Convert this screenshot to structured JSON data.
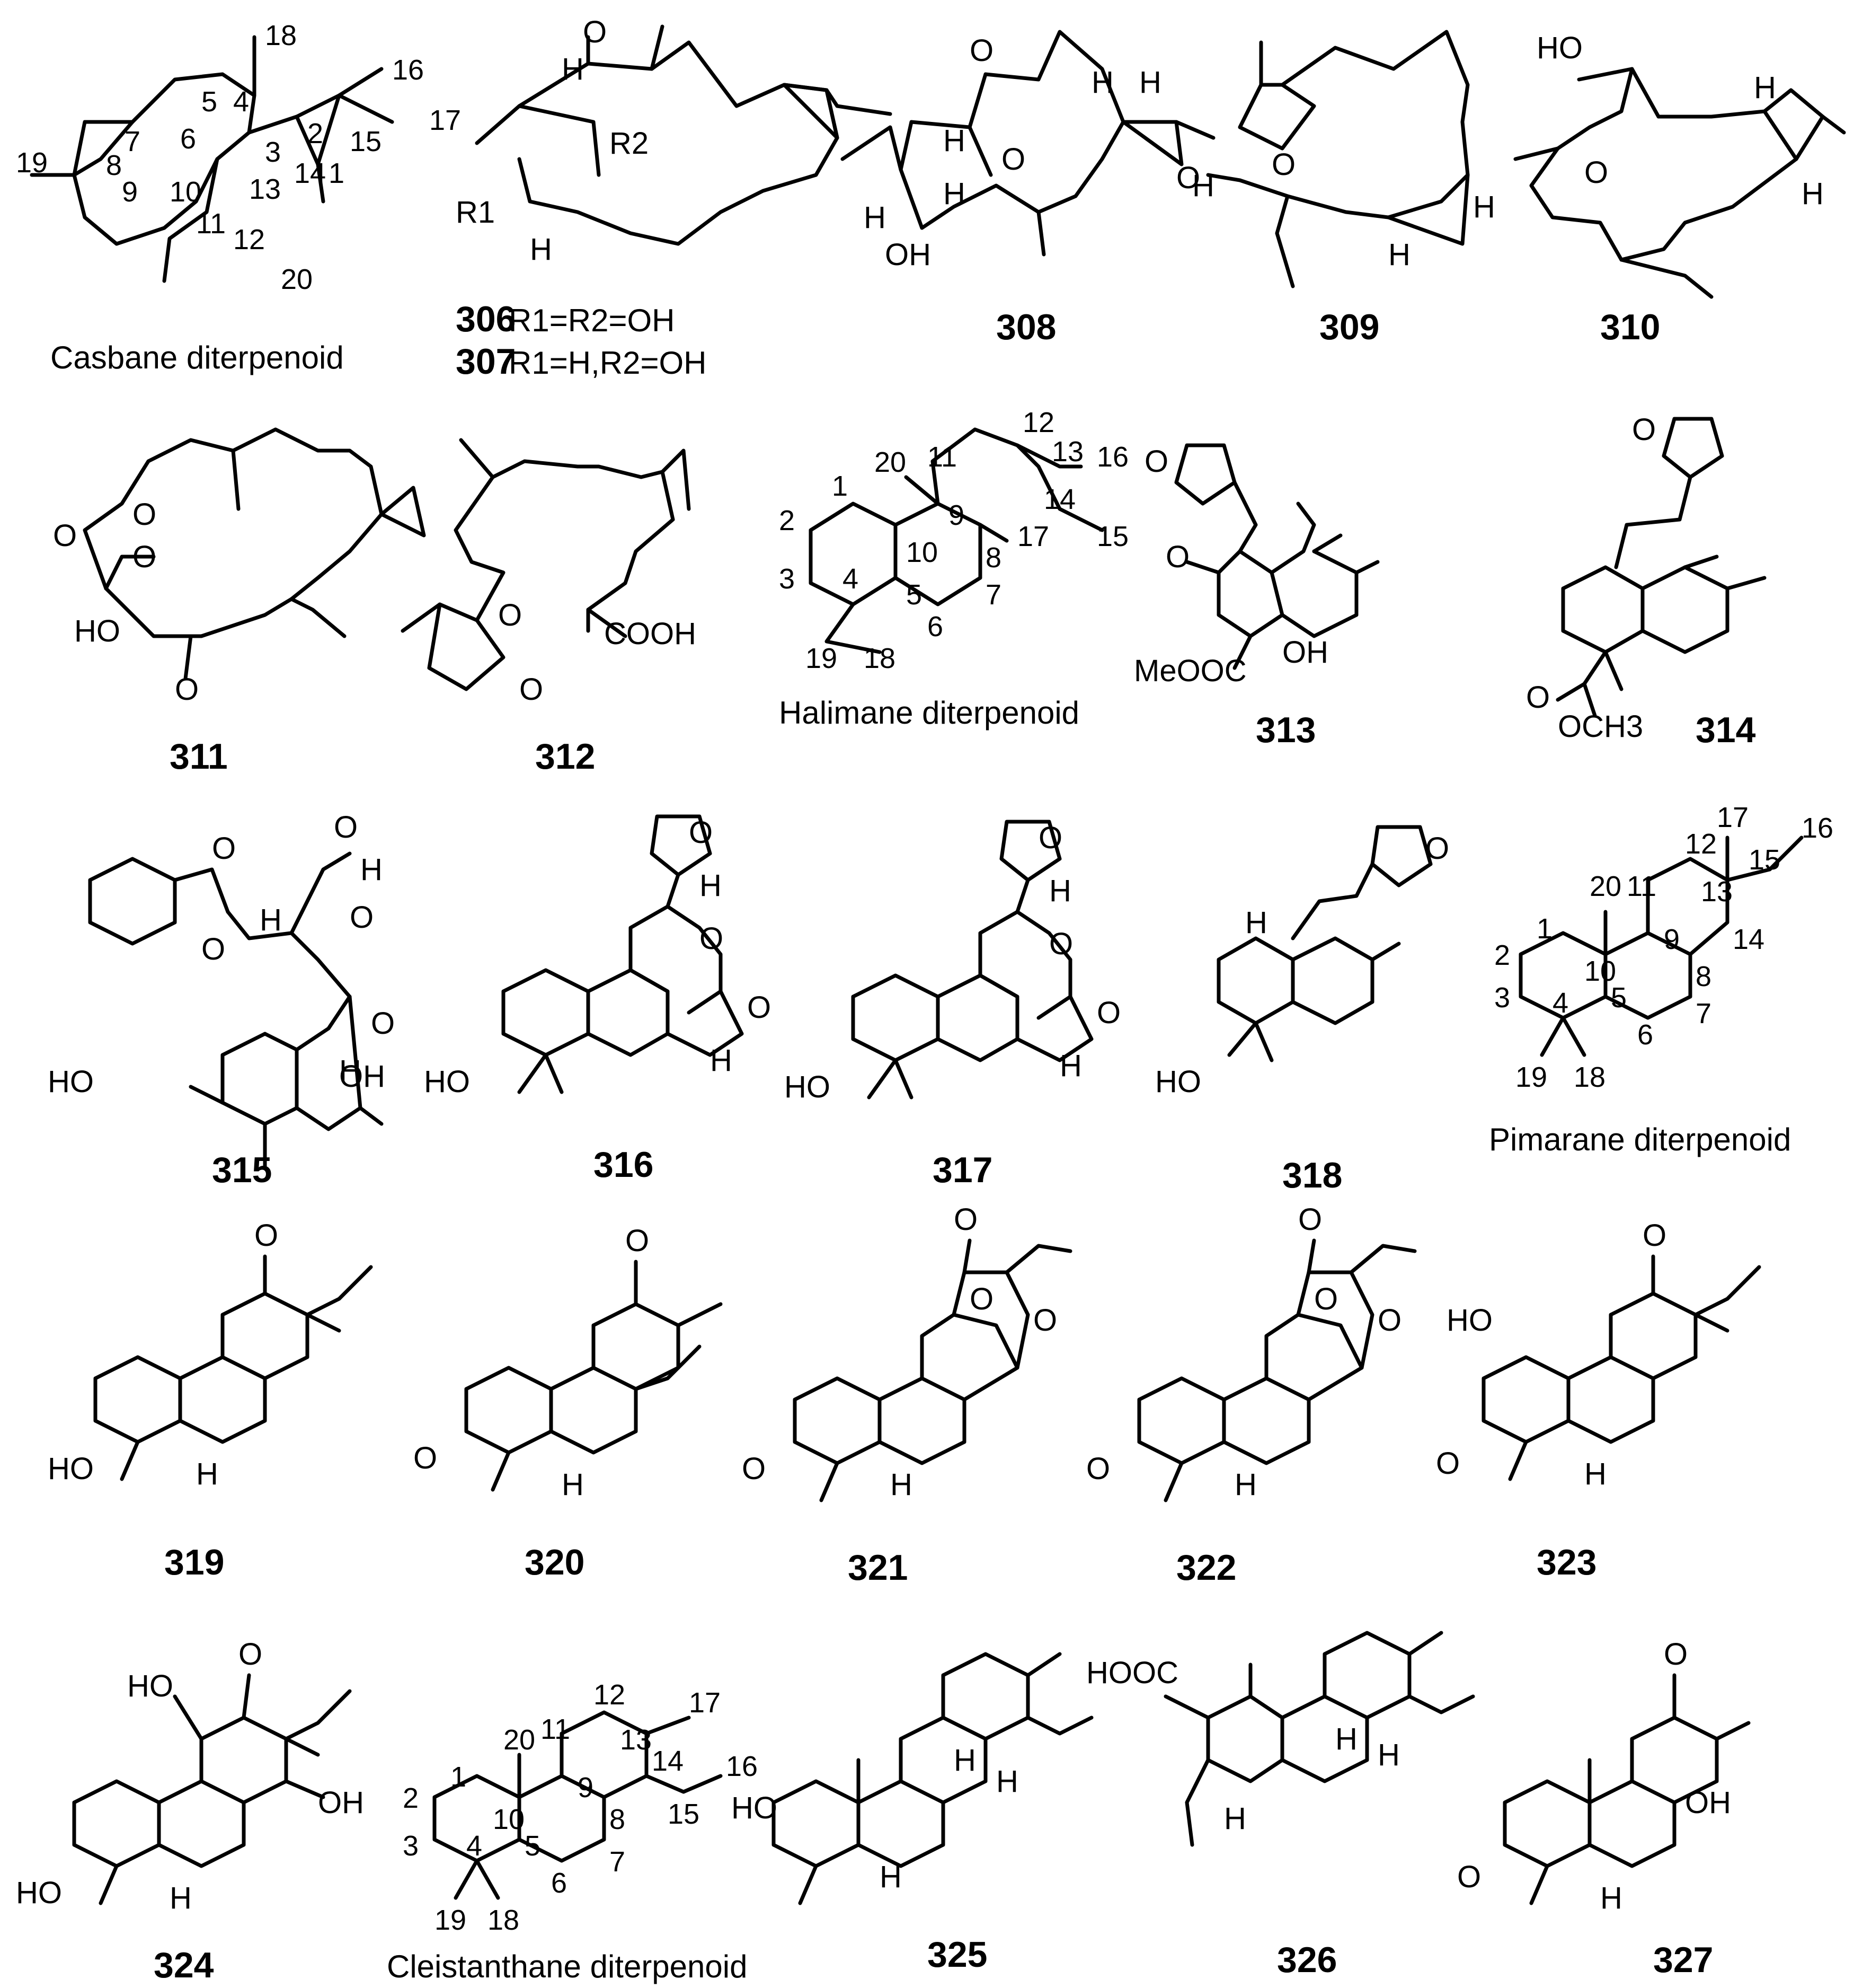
{
  "skeletons": {
    "casbane": "Casbane diterpenoid",
    "halimane": "Halimane diterpenoid",
    "pimarane": "Pimarane diterpenoid",
    "cleistanthane": "Cleistanthane diterpenoid"
  },
  "locants": {
    "casbane": [
      "18",
      "16",
      "17",
      "4",
      "5",
      "6",
      "7",
      "19",
      "8",
      "9",
      "10",
      "11",
      "12",
      "20",
      "13",
      "14",
      "3",
      "2",
      "15",
      "1"
    ],
    "halimane": [
      "12",
      "13",
      "16",
      "20",
      "11",
      "9",
      "14",
      "15",
      "1",
      "2",
      "10",
      "8",
      "17",
      "3",
      "4",
      "5",
      "7",
      "6",
      "19",
      "18"
    ],
    "pimarane": [
      "17",
      "12",
      "16",
      "15",
      "20",
      "11",
      "13",
      "1",
      "9",
      "14",
      "2",
      "10",
      "5",
      "8",
      "3",
      "4",
      "7",
      "6",
      "19",
      "18"
    ],
    "cleistanthane": [
      "12",
      "17",
      "20",
      "11",
      "13",
      "1",
      "9",
      "14",
      "16",
      "2",
      "10",
      "8",
      "15",
      "5",
      "3",
      "4",
      "7",
      "6",
      "19",
      "18"
    ]
  },
  "groups": {
    "OH": "OH",
    "HO": "HO",
    "H": "H",
    "O": "O",
    "COOH": "COOH",
    "MeOOC": "MeOOC",
    "OCH3": "OCH3",
    "HOOC": "HOOC",
    "R1": "R1",
    "R2": "R2"
  },
  "substituents": {
    "306": "R1=R2=OH",
    "307": "R1=H,R2=OH"
  },
  "compounds": [
    "306",
    "307",
    "308",
    "309",
    "310",
    "311",
    "312",
    "313",
    "314",
    "315",
    "316",
    "317",
    "318",
    "319",
    "320",
    "321",
    "322",
    "323",
    "324",
    "325",
    "326",
    "327"
  ]
}
